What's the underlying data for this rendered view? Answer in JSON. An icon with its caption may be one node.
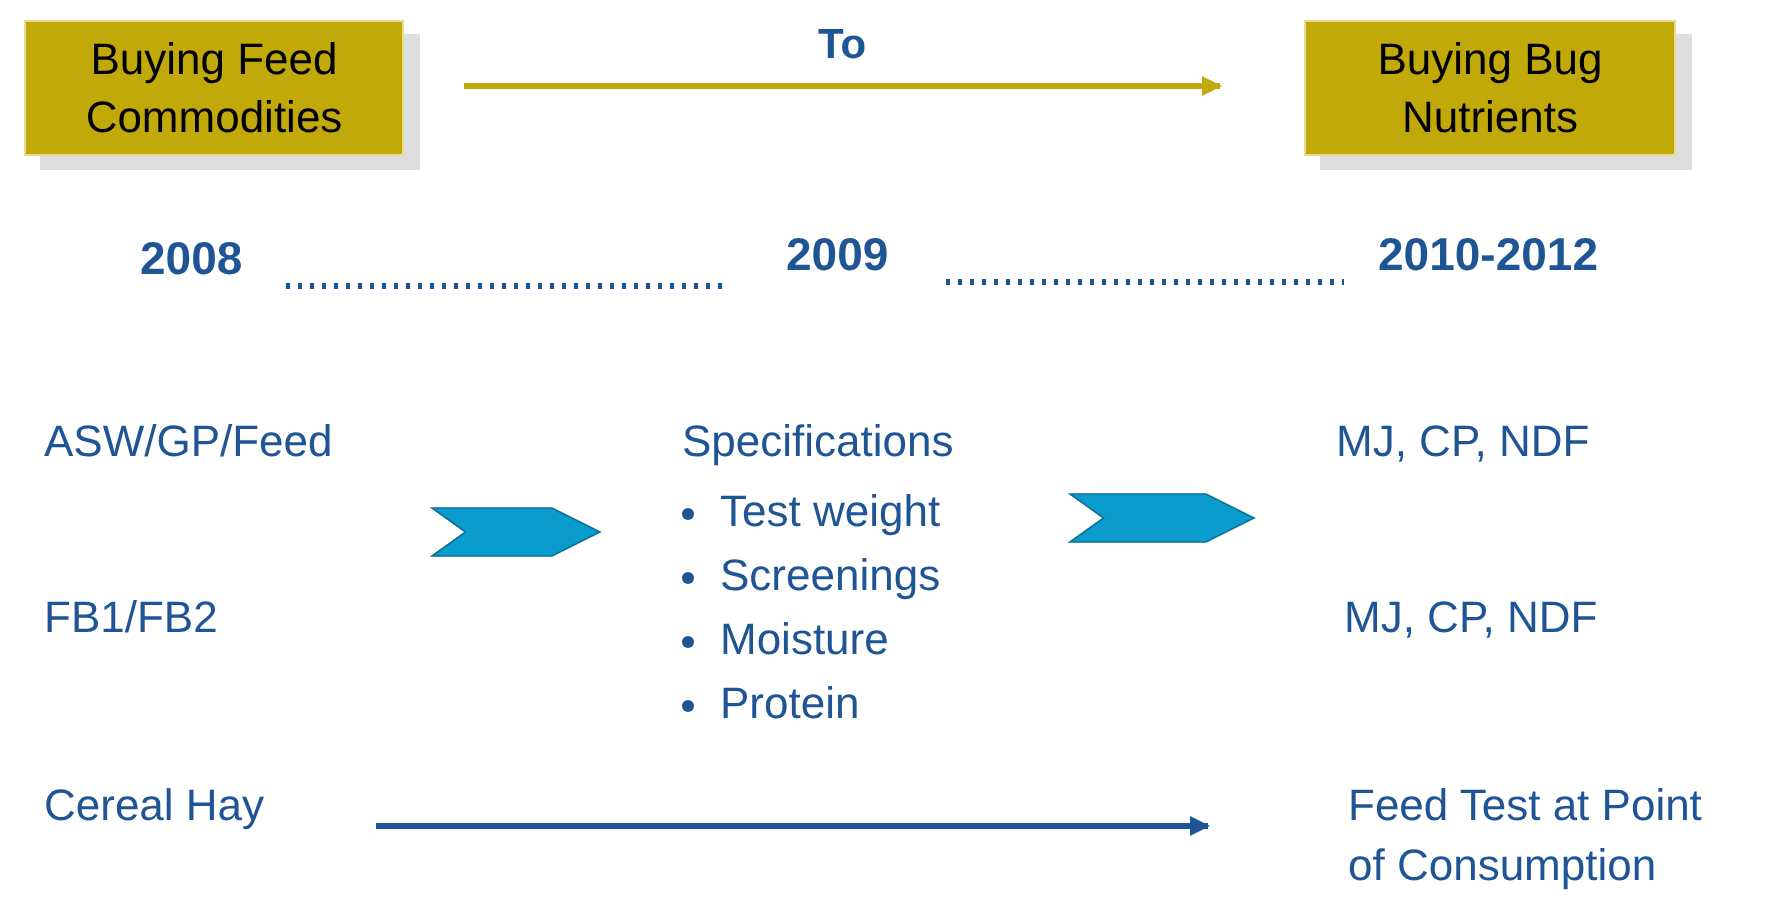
{
  "diagram": {
    "nodes": [
      {
        "text": [
          "Buying Feed Commodities"
        ]
      },
      {
        "text": [
          "Buying Bug Nutrients"
        ]
      },
      {
        "text": [
          "ASW/GP/Feed"
        ]
      },
      {
        "text": [
          "FB1/FB2"
        ]
      },
      {
        "text": [
          "Specifications",
          "Test weight",
          "Screenings",
          "Moisture",
          "Protein"
        ]
      },
      {
        "text": [
          "MJ, CP, NDF"
        ]
      },
      {
        "text": [
          "MJ, CP, NDF"
        ]
      },
      {
        "text": [
          "Cereal Hay"
        ]
      },
      {
        "text": [
          "Feed Test at Point of Consumption"
        ]
      }
    ],
    "edges": [
      {
        "from": 0,
        "to": 1,
        "arrow": "to",
        "label": "To",
        "color": "#c2a90a"
      },
      {
        "from": 2,
        "to": 4,
        "arrow": "to",
        "style": "thick",
        "color": "#0a9ccc"
      },
      {
        "from": 4,
        "to": 5,
        "arrow": "to",
        "style": "thick",
        "color": "#0a9ccc"
      },
      {
        "from": 7,
        "to": 8,
        "arrow": "to",
        "color": "#1f5594"
      }
    ],
    "labels": [
      "2008",
      "2009",
      "2010-2012"
    ]
  }
}
